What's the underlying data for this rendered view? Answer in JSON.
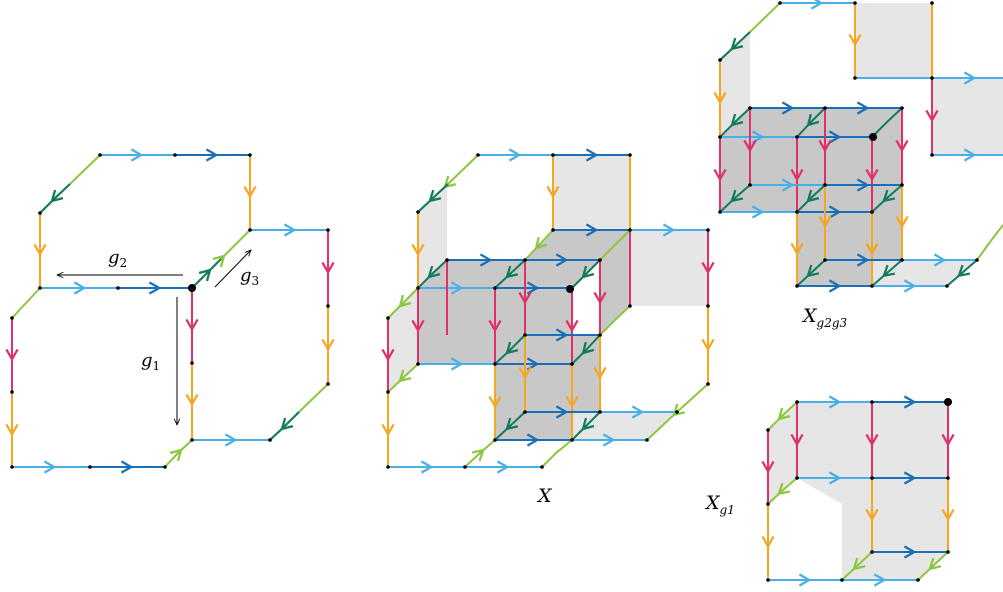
{
  "colors": {
    "light_blue": "#4aafe6",
    "dark_blue": "#1a6fb5",
    "orange": "#f5a623",
    "magenta": "#e0306a",
    "light_green": "#8cc63f",
    "dark_green": "#127a5e",
    "face_light": "#e6e6e6",
    "face_dark": "#c8c8c8"
  },
  "labels": {
    "g1": {
      "base": "g",
      "sub": "1"
    },
    "g2": {
      "base": "g",
      "sub": "2"
    },
    "g3": {
      "base": "g",
      "sub": "3"
    },
    "X": "X",
    "Xg1": {
      "base": "X",
      "sub": "g1"
    },
    "Xg2g3": {
      "base": "X",
      "sub": "g2g3"
    }
  }
}
